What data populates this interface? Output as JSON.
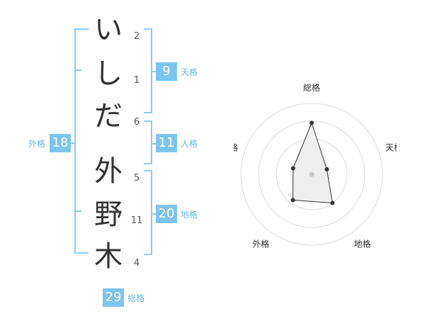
{
  "name": {
    "characters": [
      {
        "char": "い",
        "strokes": "2"
      },
      {
        "char": "し",
        "strokes": "1"
      },
      {
        "char": "だ",
        "strokes": "6"
      },
      {
        "char": "外",
        "strokes": "5"
      },
      {
        "char": "野",
        "strokes": "11"
      },
      {
        "char": "木",
        "strokes": "4"
      }
    ]
  },
  "scores": {
    "tenkaku": {
      "value": "9",
      "label": "天格"
    },
    "jinkaku": {
      "value": "11",
      "label": "人格"
    },
    "chikaku": {
      "value": "20",
      "label": "地格"
    },
    "gaikaku": {
      "value": "18",
      "label": "外格"
    },
    "soukaku": {
      "value": "29",
      "label": "総格"
    }
  },
  "chart_data": {
    "type": "radar",
    "axes": [
      "総格",
      "天格",
      "地格",
      "外格",
      "人格"
    ],
    "values": [
      29,
      9,
      20,
      18,
      11
    ],
    "rings": 4
  },
  "colors": {
    "accent": "#7dc4ef",
    "bracket": "#8ccbf0",
    "label": "#69b7e6",
    "radar_fill": "#efefef"
  }
}
